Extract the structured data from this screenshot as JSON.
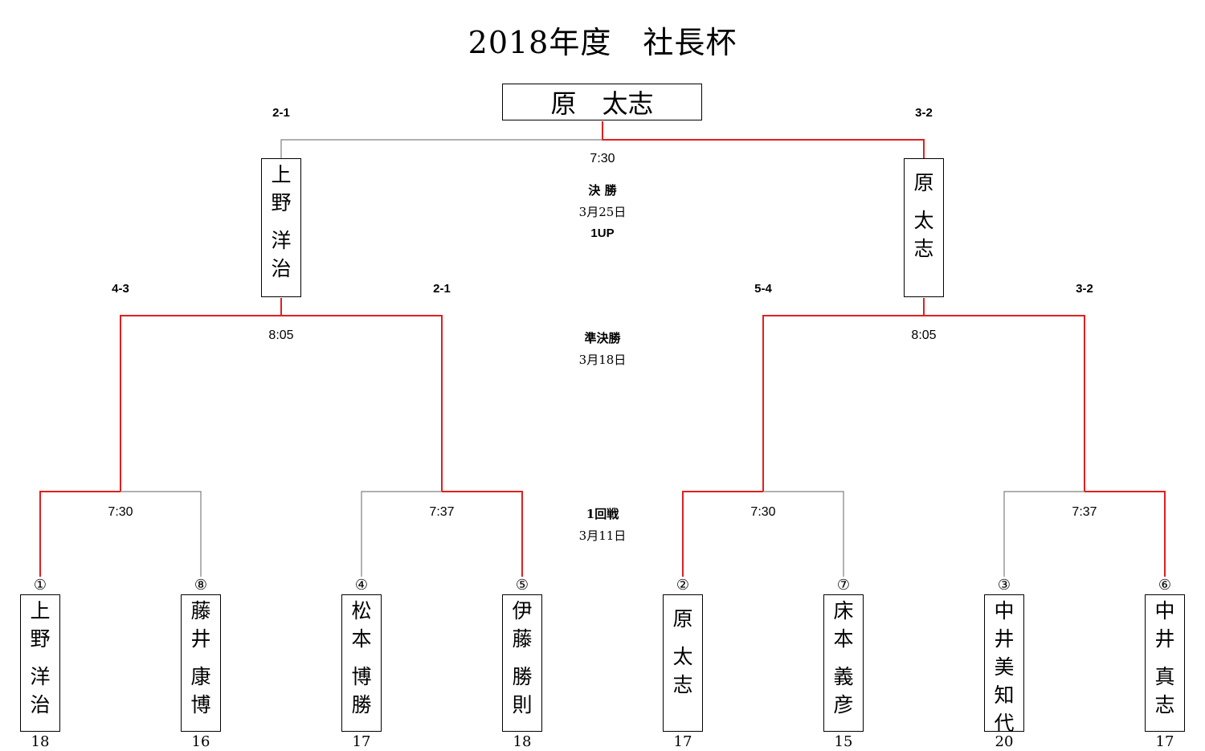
{
  "title": "2018年度　社長杯",
  "champion": "原　太志",
  "final": {
    "time": "7:30",
    "round": "決 勝",
    "date": "3月25日",
    "result": "1UP",
    "score_left": "2-1",
    "score_right": "3-2",
    "left_finalist": [
      "上",
      "野",
      "",
      "洋",
      "治"
    ],
    "right_finalist": [
      "原",
      "",
      "太",
      "志"
    ]
  },
  "semifinal": {
    "round": "準決勝",
    "date": "3月18日",
    "left_time": "8:05",
    "right_time": "8:05",
    "scores": [
      "4-3",
      "2-1",
      "5-4",
      "3-2"
    ]
  },
  "first_round": {
    "round": "1回戦",
    "date": "3月11日",
    "times": [
      "7:30",
      "7:37",
      "7:30",
      "7:37"
    ]
  },
  "players": [
    {
      "seed": "①",
      "name": [
        "上",
        "野",
        "",
        "洋",
        "治"
      ],
      "hcp": "18"
    },
    {
      "seed": "⑧",
      "name": [
        "藤",
        "井",
        "",
        "康",
        "博"
      ],
      "hcp": "16"
    },
    {
      "seed": "④",
      "name": [
        "松",
        "本",
        "",
        "博",
        "勝"
      ],
      "hcp": "17"
    },
    {
      "seed": "⑤",
      "name": [
        "伊",
        "藤",
        "",
        "勝",
        "則"
      ],
      "hcp": "18"
    },
    {
      "seed": "②",
      "name": [
        "原",
        "",
        "太",
        "志"
      ],
      "hcp": "17"
    },
    {
      "seed": "⑦",
      "name": [
        "床",
        "本",
        "",
        "義",
        "彦"
      ],
      "hcp": "15"
    },
    {
      "seed": "③",
      "name": [
        "中",
        "井",
        "美",
        "知",
        "代"
      ],
      "hcp": "20"
    },
    {
      "seed": "⑥",
      "name": [
        "中",
        "井",
        "",
        "真",
        "志"
      ],
      "hcp": "17"
    }
  ],
  "colors": {
    "winner_line": "#e02020",
    "loser_line": "#808080",
    "text": "#000000"
  }
}
